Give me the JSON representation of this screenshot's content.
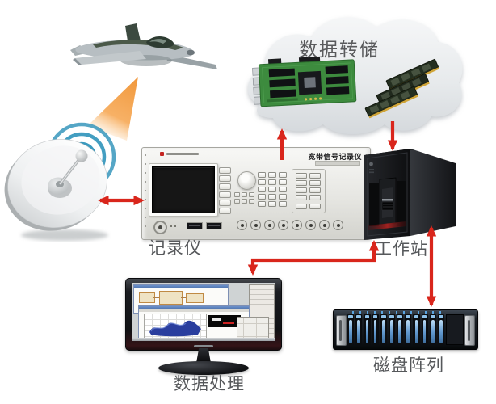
{
  "diagram": {
    "nodes": {
      "aircraft": {
        "type": "jet-aircraft"
      },
      "antenna": {
        "type": "satellite-dish"
      },
      "cloud": {
        "label": "数据转储",
        "contains": [
          "fpga-board",
          "ram-modules"
        ]
      },
      "recorder": {
        "label": "记录仪",
        "panel_text": "宽带信号记录仪"
      },
      "workstation": {
        "label": "工作站"
      },
      "processing": {
        "label": "数据处理",
        "type": "monitor"
      },
      "disk_array": {
        "label": "磁盘阵列",
        "drive_count": 12
      }
    },
    "edges": [
      {
        "from": "aircraft",
        "to": "antenna",
        "style": "orange-beam",
        "bidirectional": false
      },
      {
        "from": "antenna",
        "to": "recorder",
        "style": "red-arrow",
        "bidirectional": true
      },
      {
        "from": "recorder",
        "to": "cloud",
        "style": "red-arrow",
        "bidirectional": false
      },
      {
        "from": "cloud",
        "to": "workstation",
        "style": "red-arrow",
        "bidirectional": false
      },
      {
        "from": "workstation",
        "to": "processing",
        "style": "red-arrow-elbow",
        "bidirectional": true
      },
      {
        "from": "workstation",
        "to": "disk_array",
        "style": "red-arrow",
        "bidirectional": true
      }
    ],
    "colors": {
      "arrow_red": "#d9261c",
      "label_text": "#56585b",
      "signal_arc_blue": "#2f93ba",
      "beam_orange": "#f0922e",
      "pcb_green": "#3d8b3e",
      "drive_handle_blue": "#8fc2ea",
      "cloud_fill": "#e3e7ea"
    }
  }
}
